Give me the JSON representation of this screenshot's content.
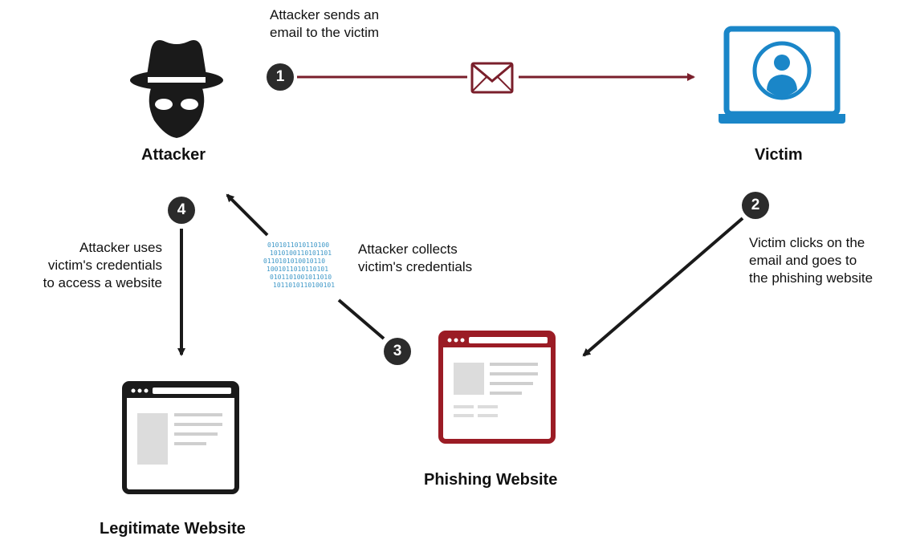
{
  "nodes": {
    "attacker": {
      "label": "Attacker"
    },
    "victim": {
      "label": "Victim"
    },
    "phishing_site": {
      "label": "Phishing Website"
    },
    "legit_site": {
      "label": "Legitimate Website"
    }
  },
  "steps": [
    {
      "number": "1",
      "lines": [
        "Attacker sends an",
        "email to the victim"
      ]
    },
    {
      "number": "2",
      "lines": [
        "Victim clicks on the",
        "email and goes to",
        "the phishing website"
      ]
    },
    {
      "number": "3",
      "lines": [
        "Attacker collects",
        "victim's credentials"
      ]
    },
    {
      "number": "4",
      "lines": [
        "Attacker uses",
        "victim's credentials",
        "to access a website"
      ]
    }
  ],
  "colors": {
    "email_arrow": "#7a1f2b",
    "phishing_frame": "#9b1c25",
    "victim_blue": "#1a86c8",
    "binary_blue": "#3d97c7",
    "dark": "#1a1a1a"
  },
  "icons": [
    "spy-icon",
    "envelope-icon",
    "laptop-user-icon",
    "binary-data-icon",
    "browser-window-icon"
  ]
}
